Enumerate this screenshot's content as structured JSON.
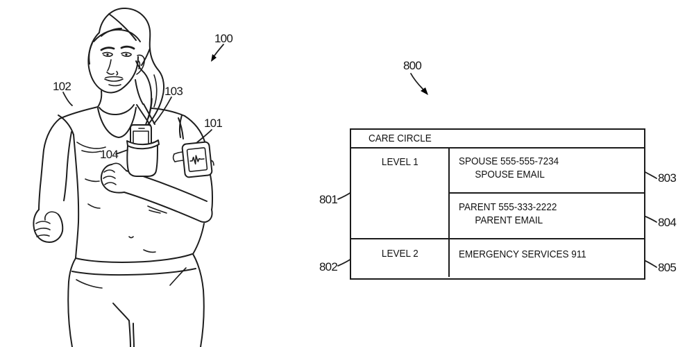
{
  "colors": {
    "ink": "#1e1e1e",
    "background": "#ffffff"
  },
  "reference_numerals": {
    "r100": "100",
    "r101": "101",
    "r102": "102",
    "r103": "103",
    "r104": "104",
    "r800": "800",
    "r801": "801",
    "r802": "802",
    "r803": "803",
    "r804": "804",
    "r805": "805"
  },
  "care_circle": {
    "title": "CARE CIRCLE",
    "levels": [
      {
        "label": "LEVEL 1",
        "contacts": [
          {
            "line1": "SPOUSE 555-555-7234",
            "line2": "SPOUSE EMAIL"
          },
          {
            "line1": "PARENT 555-333-2222",
            "line2": "PARENT EMAIL"
          }
        ]
      },
      {
        "label": "LEVEL 2",
        "contacts": [
          {
            "line1": "EMERGENCY SERVICES 911",
            "line2": ""
          }
        ]
      }
    ]
  }
}
